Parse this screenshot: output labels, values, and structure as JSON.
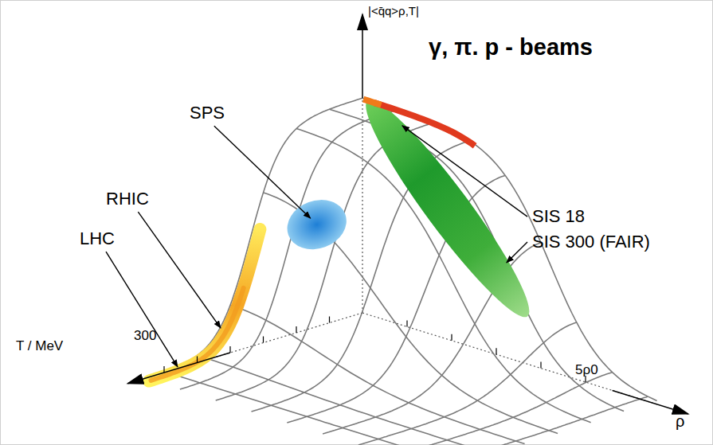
{
  "diagram": {
    "labels": [
      "|<q̄q>ρ,T|",
      "γ, π. p - beams",
      "SPS",
      "RHIC",
      "LHC",
      "SIS 18",
      "SIS 300 (FAIR)",
      "300",
      "T / MeV",
      "5ρ0",
      "ρ"
    ]
  }
}
